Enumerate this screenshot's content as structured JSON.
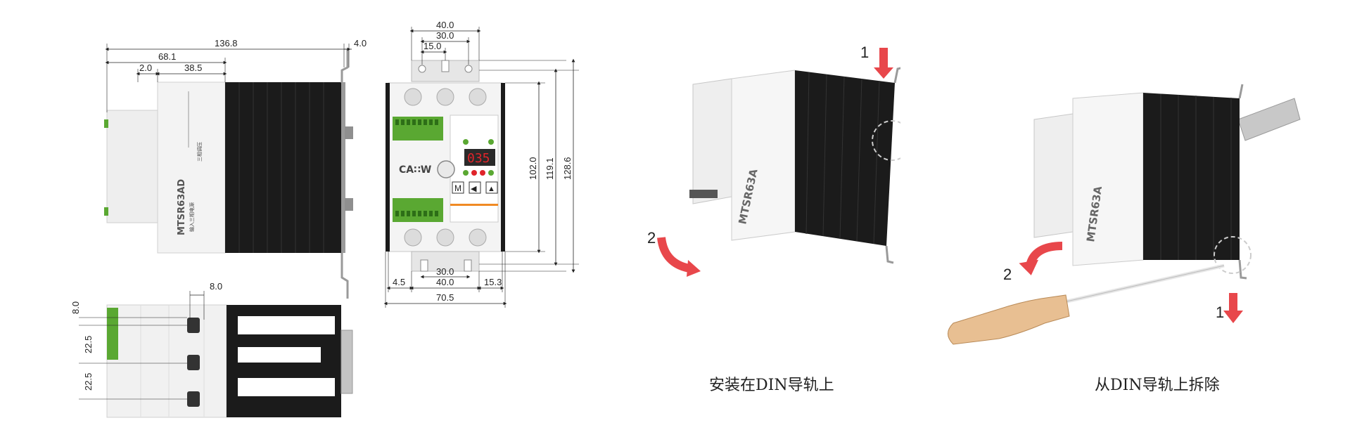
{
  "drawing": {
    "side_view": {
      "model_label": "MTSR63AD",
      "dims": {
        "overall_width": "136.8",
        "half_width": "68.1",
        "offset_left": "2.0",
        "offset_mid": "38.5",
        "clip_width": "4.0"
      }
    },
    "front_view": {
      "brand": "CA∷W",
      "display_value": "035",
      "buttons": [
        "M",
        "◀",
        "▲"
      ],
      "dims": {
        "top_40": "40.0",
        "top_30": "30.0",
        "top_15": "15.0",
        "h_102": "102.0",
        "h_119": "119.1",
        "h_128": "128.6",
        "bottom_30": "30.0",
        "bottom_45": "4.5",
        "bottom_40": "40.0",
        "bottom_153": "15.3",
        "bottom_705": "70.5"
      }
    },
    "bottom_view": {
      "dims": {
        "pin_8_h": "8.0",
        "pin_8_v": "8.0",
        "pitch_1": "22.5",
        "pitch_2": "22.5"
      }
    }
  },
  "install": {
    "model_label": "MTSR63A",
    "step_1": "1",
    "step_2": "2",
    "caption": "安装在DIN导轨上"
  },
  "remove": {
    "model_label": "MTSR63A",
    "step_1": "1",
    "step_2": "2",
    "caption": "从DIN导轨上拆除"
  },
  "colors": {
    "heatsink": "#1b1b1b",
    "terminal_green": "#5aa832",
    "arrow_red": "#e8474b",
    "display_red": "#e0242a",
    "handle": "#e8bf92",
    "accent_orange": "#f08a24"
  }
}
